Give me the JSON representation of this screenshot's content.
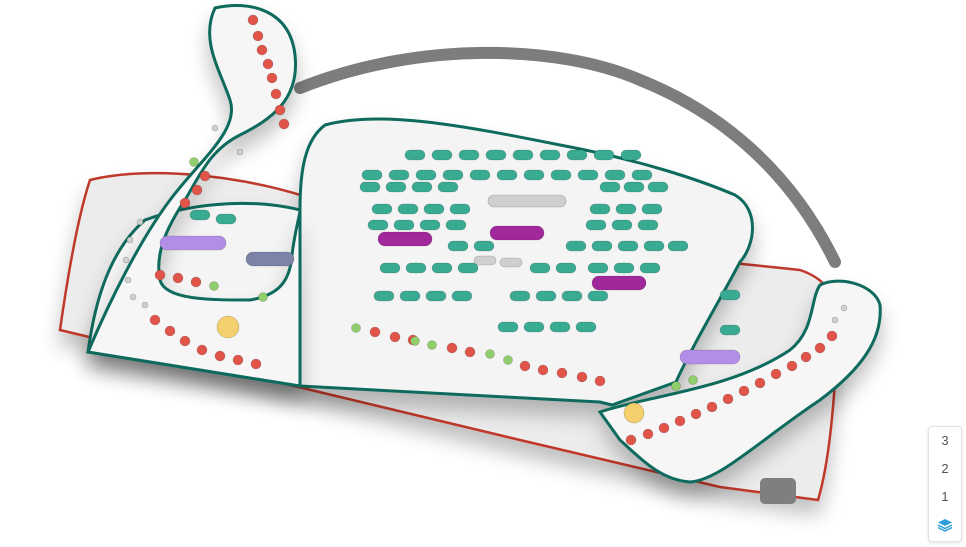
{
  "stage": {
    "label": "Display"
  },
  "levels": [
    "3",
    "2",
    "1"
  ],
  "layers_icon": "layers-icon",
  "colors": {
    "floor_fill": "#ececec",
    "floor_outline": "#c0392b",
    "platform_fill": "#f4f4f4",
    "platform_outline": "#0e6b5c",
    "seat_teal": "#3aab93",
    "seat_red": "#e0544a",
    "seat_green": "#8fce6a",
    "seat_purple_light": "#b38ee6",
    "seat_magenta": "#a1289b",
    "seat_grey": "#cfcfcf",
    "seat_slate": "#7b83a8",
    "seat_yellow": "#f3d06b",
    "display_arc": "#7d7d7d"
  }
}
